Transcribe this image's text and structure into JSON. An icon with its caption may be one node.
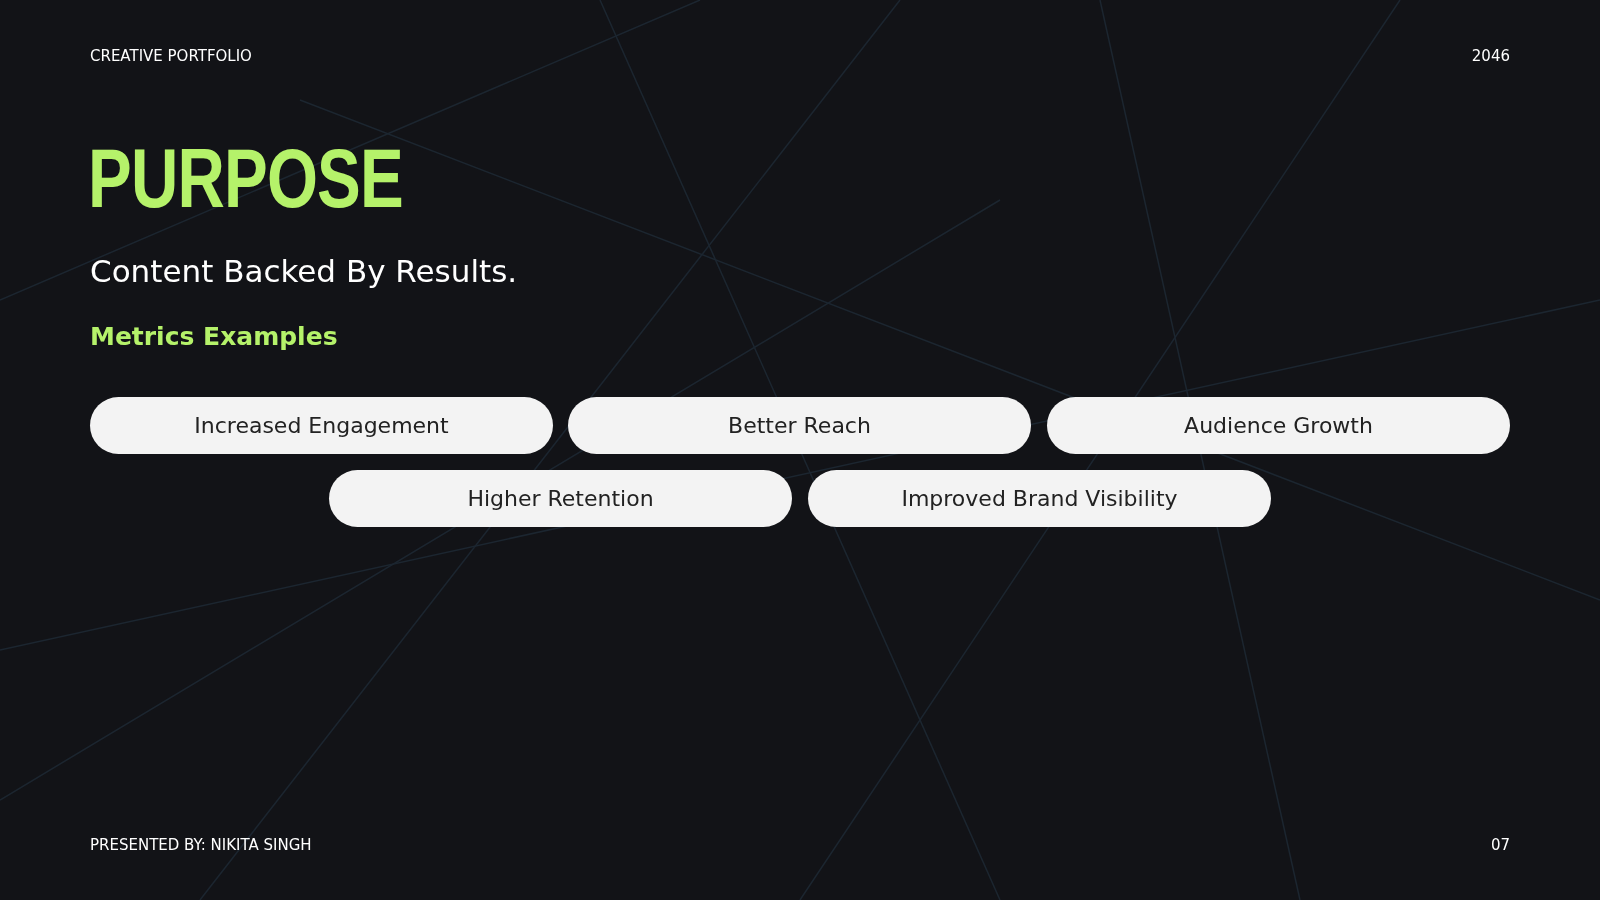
{
  "diagram": {
    "title": "PURPOSE",
    "nodes": [
      {
        "text": [
          "Increased Engagement"
        ]
      },
      {
        "text": [
          "Better Reach"
        ]
      },
      {
        "text": [
          "Audience Growth"
        ]
      },
      {
        "text": [
          "Higher Retention"
        ]
      },
      {
        "text": [
          "Improved Brand Visibility"
        ]
      }
    ],
    "labels": [
      "CREATIVE PORTFOLIO",
      "2046",
      "Content Backed By Results.",
      "Metrics Examples",
      "PRESENTED BY: NIKITA SINGH",
      "07"
    ]
  }
}
